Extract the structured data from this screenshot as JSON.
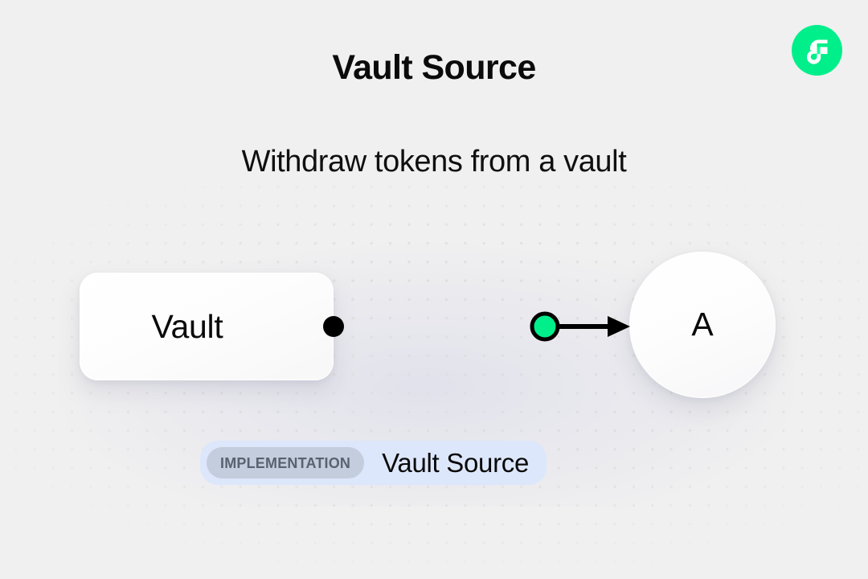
{
  "page": {
    "title": "Vault Source",
    "subtitle": "Withdraw tokens from a vault"
  },
  "brand": {
    "logo_icon": "flow-logo-icon",
    "circle_color": "#00ef8b",
    "mark_color": "#ffffff",
    "accent_color": "#16ff99"
  },
  "diagram": {
    "nodes": [
      {
        "id": "vault",
        "label": "Vault",
        "shape": "rounded-rect"
      },
      {
        "id": "a",
        "label": "A",
        "shape": "circle"
      }
    ],
    "edge": {
      "from": "vault",
      "to": "a",
      "source_handle_color": "#000000",
      "midpoint_color": "#00ef8b",
      "midpoint_stroke": "#000000",
      "line_color": "#000000",
      "arrowhead": "triangle-right"
    }
  },
  "implementation": {
    "tag_label": "IMPLEMENTATION",
    "name": "Vault Source",
    "container_color": "#dde7fb",
    "pill_color": "#c4cddd",
    "pill_text_color": "#59626f"
  },
  "background": {
    "color": "#f0f0f0",
    "dot_color": "#dedede"
  }
}
